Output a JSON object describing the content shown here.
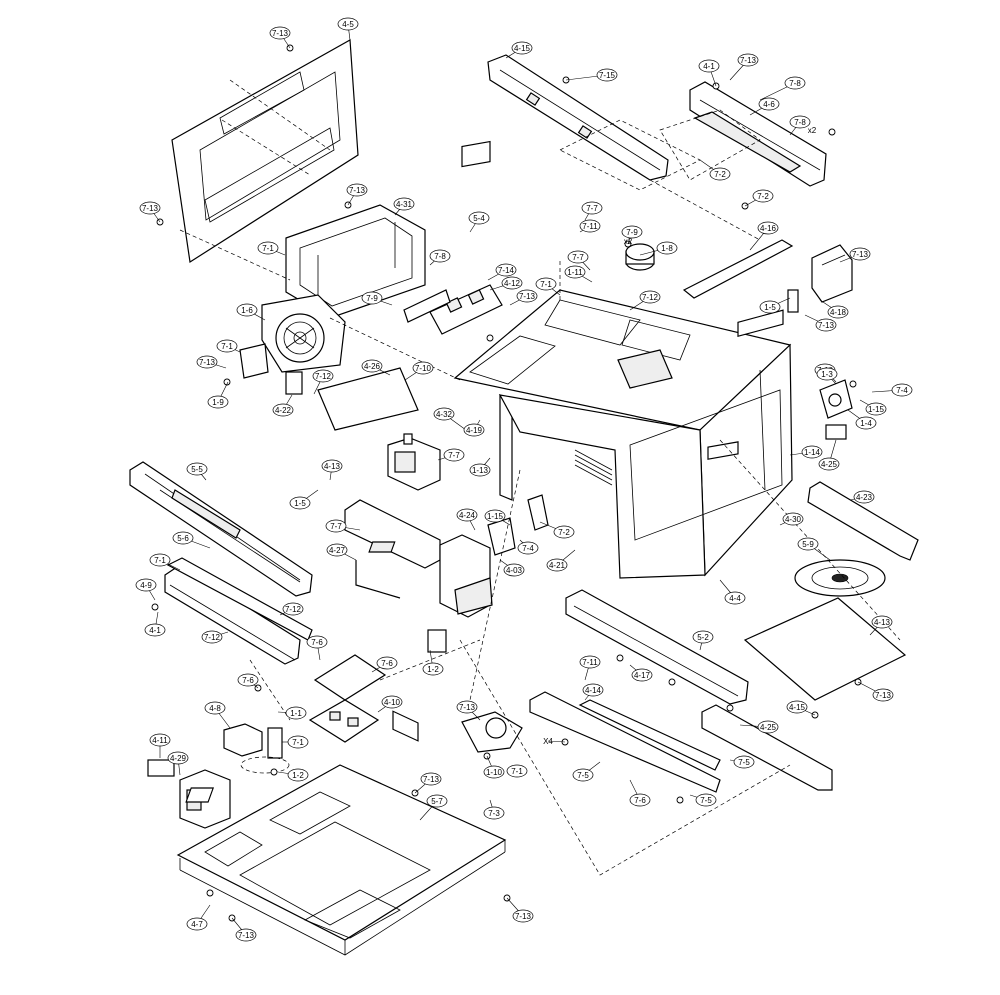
{
  "diagram": {
    "labels": [
      "7-13",
      "4-5",
      "4-15",
      "7-15",
      "4-1",
      "7-13",
      "7-8",
      "4-6",
      "7-8",
      "x2",
      "7-2",
      "7-2",
      "7-13",
      "7-13",
      "4-31",
      "7-1",
      "5-4",
      "7-7",
      "7-11",
      "7-9",
      "x2",
      "1-8",
      "4-16",
      "7-13",
      "7-7",
      "1-11",
      "7-8",
      "7-14",
      "4-12",
      "7-13",
      "7-1",
      "7-12",
      "1-5",
      "4-18",
      "7-13",
      "1-6",
      "7-9",
      "7-1",
      "7-13",
      "7-10",
      "1-9",
      "4-22",
      "7-12",
      "4-26",
      "7-10",
      "1-3",
      "7-4",
      "1-15",
      "1-4",
      "4-32",
      "4-19",
      "7-7",
      "1-13",
      "1-14",
      "4-25",
      "5-5",
      "4-13",
      "1-5",
      "7-7",
      "4-27",
      "4-24",
      "1-15",
      "7-4",
      "7-2",
      "4-03",
      "4-21",
      "4-23",
      "4-30",
      "5-9",
      "4-4",
      "5-6",
      "7-1",
      "4-9",
      "4-1",
      "7-12",
      "7-12",
      "7-6",
      "7-6",
      "7-6",
      "1-2",
      "5-2",
      "4-13",
      "4-17",
      "7-13",
      "4-15",
      "4-25",
      "7-11",
      "4-14",
      "4-8",
      "1-1",
      "7-1",
      "4-10",
      "4-11",
      "4-29",
      "1-2",
      "7-13",
      "1-10",
      "7-1",
      "X4",
      "7-5",
      "7-5",
      "7-5",
      "7-6",
      "7-3",
      "5-7",
      "7-13",
      "4-7",
      "7-13",
      "7-13",
      "7-13"
    ]
  }
}
